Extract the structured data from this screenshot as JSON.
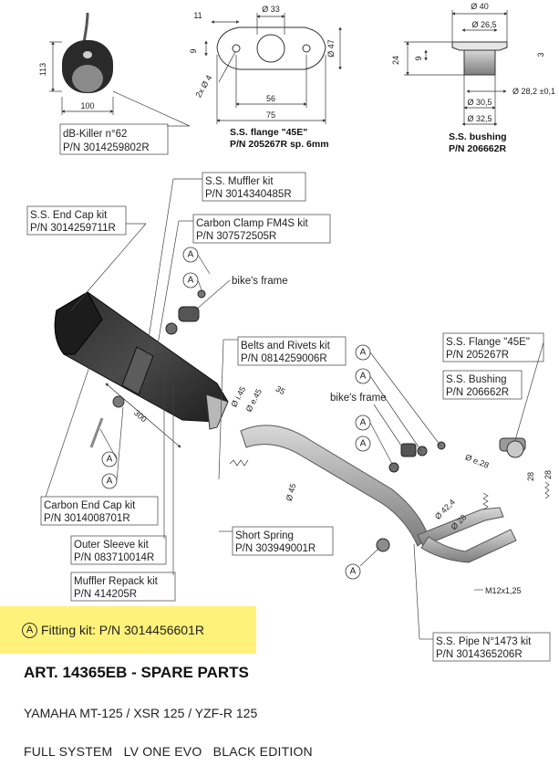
{
  "dbkiller": {
    "dim_height": "113",
    "dim_width": "100",
    "name": "dB-Killer n°62",
    "pn": "P/N 3014259802R"
  },
  "flange_drawing": {
    "dims": {
      "d33": "Ø 33",
      "d11": "11",
      "d9": "9",
      "d47": "Ø 47",
      "d2x4": "2x Ø 4",
      "d56": "56",
      "d75": "75"
    },
    "caption_line1": "S.S. flange \"45E\"",
    "caption_line2": "P/N 205267R sp. 6mm"
  },
  "bushing_drawing": {
    "dims": {
      "d40": "Ø 40",
      "d265": "Ø 26,5",
      "d24": "24",
      "d9": "9",
      "d3": "3",
      "d282": "Ø 28,2 ±0,1",
      "d305": "Ø 30,5",
      "d325": "Ø 32,5"
    },
    "caption_line1": "S.S. bushing",
    "caption_line2": "P/N 206662R"
  },
  "labels": {
    "muffler_kit": {
      "name": "S.S. Muffler kit",
      "pn": "P/N 3014340485R"
    },
    "end_cap_kit": {
      "name": "S.S. End Cap kit",
      "pn": "P/N 3014259711R"
    },
    "carbon_clamp": {
      "name": "Carbon Clamp FM4S kit",
      "pn": "P/N 307572505R"
    },
    "bikes_frame_1": "bike's frame",
    "belts_rivets": {
      "name": "Belts and Rivets kit",
      "pn": "P/N 0814259006R"
    },
    "ss_flange": {
      "name": "S.S. Flange \"45E\"",
      "pn": "P/N 205267R"
    },
    "ss_bushing": {
      "name": "S.S. Bushing",
      "pn": "P/N 206662R"
    },
    "bikes_frame_2": "bike's frame",
    "carbon_end_cap": {
      "name": "Carbon End Cap kit",
      "pn": "P/N 3014008701R"
    },
    "outer_sleeve": {
      "name": "Outer Sleeve kit",
      "pn": "P/N 083710014R"
    },
    "muffler_repack": {
      "name": "Muffler Repack kit",
      "pn": "P/N 414205R"
    },
    "short_spring": {
      "name": "Short Spring",
      "pn": "P/N 303949001R"
    },
    "ss_pipe": {
      "name": "S.S. Pipe N°1473 kit",
      "pn": "P/N 3014365206R"
    }
  },
  "main_dims": {
    "d300": "300",
    "d145": "Ø i.45",
    "de45": "Ø e.45",
    "d35": "35",
    "d45": "Ø 45",
    "de28": "Ø e.28",
    "d424": "Ø 42,4",
    "d28": "Ø 28",
    "d28b": "28",
    "d28c": "28",
    "m12": "M12x1,25"
  },
  "fitting_marker": "A",
  "fitting_kit": "Fitting kit: P/N 3014456601R",
  "title": "ART. 14365EB - SPARE PARTS",
  "models": "YAMAHA MT-125 / XSR 125 / YZF-R 125",
  "system": "FULL SYSTEM   LV ONE EVO   BLACK EDITION"
}
